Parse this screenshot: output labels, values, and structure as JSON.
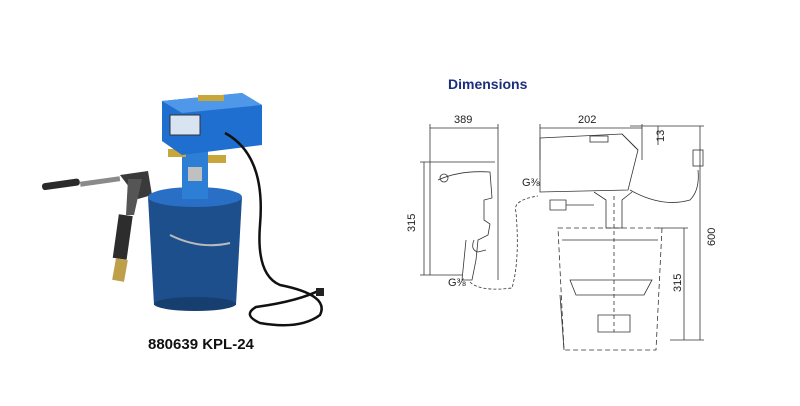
{
  "product": {
    "caption": "880639 KPL-24",
    "colors": {
      "body_blue": "#1e6fd0",
      "bucket_blue": "#1d4f8c",
      "brass": "#c8a63c"
    }
  },
  "dimensions": {
    "title": "Dimensions",
    "gun_width": "389",
    "pump_width": "202",
    "top_height": "13",
    "gun_height": "315",
    "total_height": "600",
    "bucket_height": "315",
    "thread_outlet": "G⅜",
    "thread_inlet": "G⅜"
  }
}
